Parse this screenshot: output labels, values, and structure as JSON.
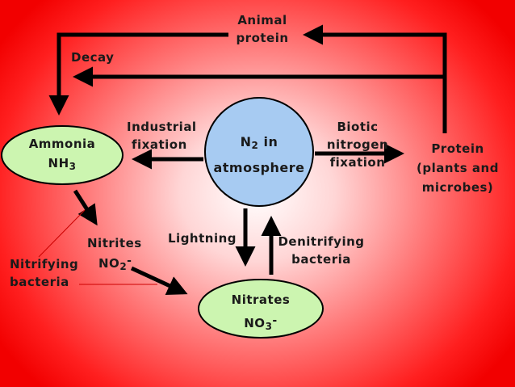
{
  "nodes": {
    "ammonia": {
      "name": "Ammonia",
      "formula": "NH",
      "sub": "3"
    },
    "n2": {
      "formula": "N",
      "sub": "2",
      "suffix": " in",
      "line2": "atmosphere"
    },
    "nitrates": {
      "name": "Nitrates",
      "formula": "NO",
      "sub": "3",
      "sup": "-"
    },
    "protein": {
      "line1": "Protein",
      "line2": "(plants and",
      "line3": "microbes)"
    },
    "nitrites": {
      "name": "Nitrites",
      "formula": "NO",
      "sub": "2",
      "sup": "-"
    }
  },
  "labels": {
    "animal_protein": {
      "line1": "Animal",
      "line2": "protein"
    },
    "decay": "Decay",
    "industrial_fixation": {
      "line1": "Industrial",
      "line2": "fixation"
    },
    "biotic_fixation": {
      "line1": "Biotic",
      "line2": "nitrogen",
      "line3": "fixation"
    },
    "lightning": "Lightning",
    "denitrifying": {
      "line1": "Denitrifying",
      "line2": "bacteria"
    },
    "nitrifying": {
      "line1": "Nitrifying",
      "line2": "bacteria"
    }
  },
  "colors": {
    "node_green": "#ccf5b0",
    "atmosphere_blue": "#a7cbf2",
    "arrow": "#000000",
    "pointer_line": "#cc0000"
  }
}
